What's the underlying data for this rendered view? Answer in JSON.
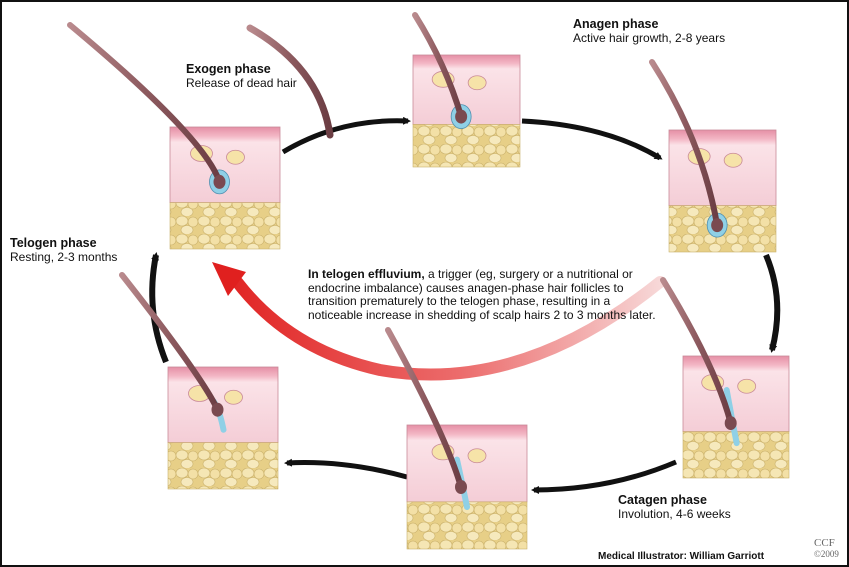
{
  "phases": {
    "exogen": {
      "title": "Exogen phase",
      "desc": "Release of dead hair"
    },
    "anagen": {
      "title": "Anagen phase",
      "desc": "Active hair growth, 2-8 years"
    },
    "catagen": {
      "title": "Catagen phase",
      "desc": "Involution, 4-6 weeks"
    },
    "telogen": {
      "title": "Telogen phase",
      "desc": "Resting, 2-3 months"
    }
  },
  "center": {
    "lead": "In telogen effluvium,",
    "text": " a trigger (eg, surgery or a nutritional or endocrine imbalance) causes anagen-phase hair follicles to transition prematurely to the telogen phase, resulting in a noticeable increase in shedding of scalp hairs 2 to 3 months later."
  },
  "credit": "Medical Illustrator: William Garriott",
  "watermark": {
    "mark": "CCF",
    "year": "©2009"
  },
  "colors": {
    "skin": "#f1c6cf",
    "skin_stripe": "#e58fa6",
    "fat": "#f0dea2",
    "hair": "#8d5a5f",
    "follicle_blue": "#8fd0e6",
    "arrow": "#111111",
    "effluvium_arrow": "#e52b2b"
  }
}
